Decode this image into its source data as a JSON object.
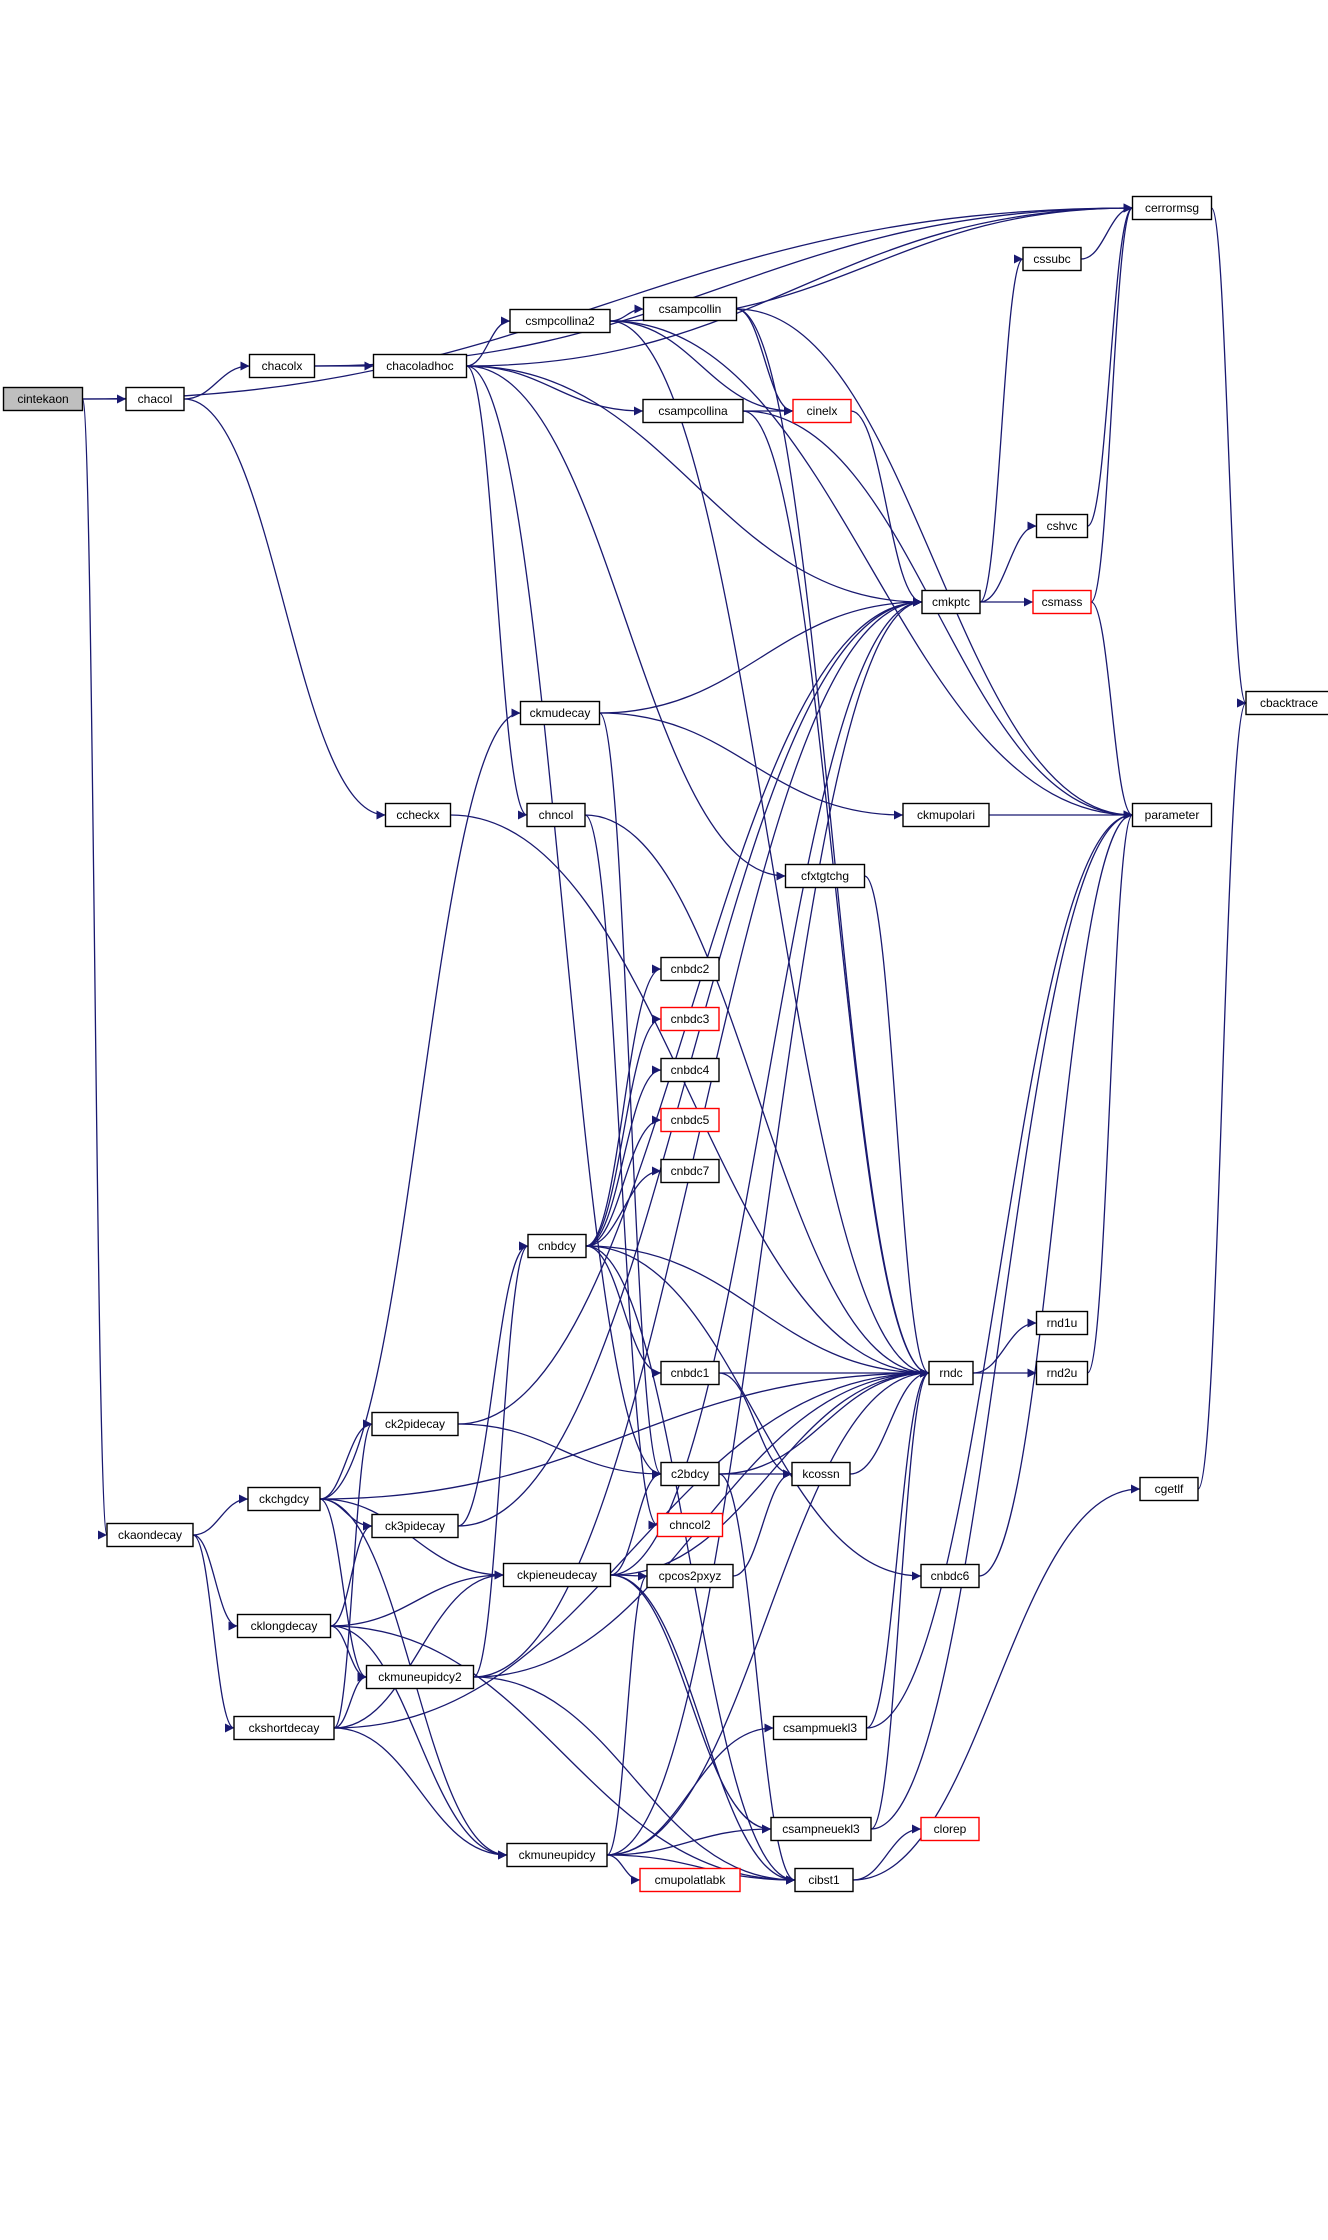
{
  "graph": {
    "colors": {
      "edge": "#191970",
      "node_border": "#000000",
      "node_border_truncated": "#ff0000",
      "root_fill": "#bfbfbf",
      "node_fill": "#ffffff",
      "text": "#000000"
    },
    "nodes": [
      {
        "id": "cintekaon",
        "label": "cintekaon",
        "root": true
      },
      {
        "id": "chacol",
        "label": "chacol"
      },
      {
        "id": "chacolx",
        "label": "chacolx"
      },
      {
        "id": "chacoladhoc",
        "label": "chacoladhoc"
      },
      {
        "id": "csmpcollina2",
        "label": "csmpcollina2"
      },
      {
        "id": "csampcollin",
        "label": "csampcollin"
      },
      {
        "id": "csampcollina",
        "label": "csampcollina"
      },
      {
        "id": "cinelx",
        "label": "cinelx",
        "truncated": true
      },
      {
        "id": "cerrormsg",
        "label": "cerrormsg"
      },
      {
        "id": "cssubc",
        "label": "cssubc"
      },
      {
        "id": "cshvc",
        "label": "cshvc"
      },
      {
        "id": "cmkptc",
        "label": "cmkptc"
      },
      {
        "id": "csmass",
        "label": "csmass",
        "truncated": true
      },
      {
        "id": "cbacktrace",
        "label": "cbacktrace"
      },
      {
        "id": "ckmudecay",
        "label": "ckmudecay"
      },
      {
        "id": "ccheckx",
        "label": "ccheckx"
      },
      {
        "id": "chncol",
        "label": "chncol"
      },
      {
        "id": "ckmupolari",
        "label": "ckmupolari"
      },
      {
        "id": "parameter",
        "label": "parameter"
      },
      {
        "id": "cfxtgtchg",
        "label": "cfxtgtchg"
      },
      {
        "id": "cnbdc2",
        "label": "cnbdc2"
      },
      {
        "id": "cnbdc3",
        "label": "cnbdc3",
        "truncated": true
      },
      {
        "id": "cnbdc4",
        "label": "cnbdc4"
      },
      {
        "id": "cnbdc5",
        "label": "cnbdc5",
        "truncated": true
      },
      {
        "id": "cnbdc7",
        "label": "cnbdc7"
      },
      {
        "id": "cnbdcy",
        "label": "cnbdcy"
      },
      {
        "id": "rnd1u",
        "label": "rnd1u"
      },
      {
        "id": "cnbdc1",
        "label": "cnbdc1"
      },
      {
        "id": "rndc",
        "label": "rndc"
      },
      {
        "id": "rnd2u",
        "label": "rnd2u"
      },
      {
        "id": "ck2pidecay",
        "label": "ck2pidecay"
      },
      {
        "id": "ckchgdcy",
        "label": "ckchgdcy"
      },
      {
        "id": "c2bdcy",
        "label": "c2bdcy"
      },
      {
        "id": "kcossn",
        "label": "kcossn"
      },
      {
        "id": "cgetlf",
        "label": "cgetlf"
      },
      {
        "id": "ckaondecay",
        "label": "ckaondecay"
      },
      {
        "id": "ck3pidecay",
        "label": "ck3pidecay"
      },
      {
        "id": "chncol2",
        "label": "chncol2",
        "truncated": true
      },
      {
        "id": "ckpieneudecay",
        "label": "ckpieneudecay"
      },
      {
        "id": "cpcos2pxyz",
        "label": "cpcos2pxyz"
      },
      {
        "id": "cnbdc6",
        "label": "cnbdc6"
      },
      {
        "id": "cklongdecay",
        "label": "cklongdecay"
      },
      {
        "id": "ckmuneupidcy2",
        "label": "ckmuneupidcy2"
      },
      {
        "id": "ckshortdecay",
        "label": "ckshortdecay"
      },
      {
        "id": "csampmuekl3",
        "label": "csampmuekl3"
      },
      {
        "id": "csampneuekl3",
        "label": "csampneuekl3"
      },
      {
        "id": "clorep",
        "label": "clorep",
        "truncated": true
      },
      {
        "id": "ckmuneupidcy",
        "label": "ckmuneupidcy"
      },
      {
        "id": "cmupolatlabk",
        "label": "cmupolatlabk",
        "truncated": true
      },
      {
        "id": "cibst1",
        "label": "cibst1"
      }
    ],
    "edges": [
      [
        "cintekaon",
        "chacol"
      ],
      [
        "cintekaon",
        "cerrormsg"
      ],
      [
        "cintekaon",
        "ckaondecay"
      ],
      [
        "chacol",
        "chacolx"
      ],
      [
        "chacol",
        "ccheckx"
      ],
      [
        "chacolx",
        "chacoladhoc"
      ],
      [
        "chacolx",
        "cerrormsg"
      ],
      [
        "chacoladhoc",
        "csmpcollina2"
      ],
      [
        "chacoladhoc",
        "csampcollina"
      ],
      [
        "chacoladhoc",
        "cerrormsg"
      ],
      [
        "chacoladhoc",
        "cmkptc"
      ],
      [
        "chacoladhoc",
        "chncol"
      ],
      [
        "chacoladhoc",
        "cfxtgtchg"
      ],
      [
        "chacoladhoc",
        "c2bdcy"
      ],
      [
        "csmpcollina2",
        "csampcollin"
      ],
      [
        "csmpcollina2",
        "cinelx"
      ],
      [
        "csmpcollina2",
        "cerrormsg"
      ],
      [
        "csmpcollina2",
        "parameter"
      ],
      [
        "csmpcollina2",
        "rndc"
      ],
      [
        "csampcollin",
        "cinelx"
      ],
      [
        "csampcollin",
        "parameter"
      ],
      [
        "csampcollin",
        "rndc"
      ],
      [
        "csampcollina",
        "cinelx"
      ],
      [
        "csampcollina",
        "parameter"
      ],
      [
        "csampcollina",
        "rndc"
      ],
      [
        "cinelx",
        "cmkptc"
      ],
      [
        "cmkptc",
        "cssubc"
      ],
      [
        "cmkptc",
        "cshvc"
      ],
      [
        "cmkptc",
        "csmass"
      ],
      [
        "cssubc",
        "cerrormsg"
      ],
      [
        "cshvc",
        "cerrormsg"
      ],
      [
        "csmass",
        "cerrormsg"
      ],
      [
        "csmass",
        "parameter"
      ],
      [
        "cerrormsg",
        "cbacktrace"
      ],
      [
        "ckmudecay",
        "cmkptc"
      ],
      [
        "ckmudecay",
        "ckmupolari"
      ],
      [
        "ckmudecay",
        "c2bdcy"
      ],
      [
        "ccheckx",
        "rndc"
      ],
      [
        "chncol",
        "rndc"
      ],
      [
        "chncol",
        "chncol2"
      ],
      [
        "ckmupolari",
        "parameter"
      ],
      [
        "cfxtgtchg",
        "rndc"
      ],
      [
        "cnbdcy",
        "cnbdc2"
      ],
      [
        "cnbdcy",
        "cnbdc3"
      ],
      [
        "cnbdcy",
        "cnbdc4"
      ],
      [
        "cnbdcy",
        "cnbdc5"
      ],
      [
        "cnbdcy",
        "cnbdc7"
      ],
      [
        "cnbdcy",
        "cnbdc1"
      ],
      [
        "cnbdcy",
        "rndc"
      ],
      [
        "cnbdcy",
        "cnbdc6"
      ],
      [
        "cnbdcy",
        "cibst1"
      ],
      [
        "cnbdc1",
        "rndc"
      ],
      [
        "cnbdc1",
        "kcossn"
      ],
      [
        "rndc",
        "rnd1u"
      ],
      [
        "rndc",
        "rnd2u"
      ],
      [
        "rnd2u",
        "parameter"
      ],
      [
        "cnbdc6",
        "parameter"
      ],
      [
        "ck2pidecay",
        "cmkptc"
      ],
      [
        "ck2pidecay",
        "c2bdcy"
      ],
      [
        "c2bdcy",
        "kcossn"
      ],
      [
        "c2bdcy",
        "rndc"
      ],
      [
        "c2bdcy",
        "cibst1"
      ],
      [
        "kcossn",
        "rndc"
      ],
      [
        "ckaondecay",
        "ckchgdcy"
      ],
      [
        "ckaondecay",
        "cklongdecay"
      ],
      [
        "ckaondecay",
        "ckshortdecay"
      ],
      [
        "ckchgdcy",
        "ckmudecay"
      ],
      [
        "ckchgdcy",
        "ck2pidecay"
      ],
      [
        "ckchgdcy",
        "ck3pidecay"
      ],
      [
        "ckchgdcy",
        "ckpieneudecay"
      ],
      [
        "ckchgdcy",
        "ckmuneupidcy2"
      ],
      [
        "ckchgdcy",
        "ckmuneupidcy"
      ],
      [
        "ckchgdcy",
        "rndc"
      ],
      [
        "ck3pidecay",
        "cnbdcy"
      ],
      [
        "ck3pidecay",
        "cmkptc"
      ],
      [
        "ckpieneudecay",
        "cpcos2pxyz"
      ],
      [
        "ckpieneudecay",
        "c2bdcy"
      ],
      [
        "ckpieneudecay",
        "cmkptc"
      ],
      [
        "ckpieneudecay",
        "csampneuekl3"
      ],
      [
        "ckpieneudecay",
        "cibst1"
      ],
      [
        "ckpieneudecay",
        "rndc"
      ],
      [
        "cpcos2pxyz",
        "kcossn"
      ],
      [
        "cklongdecay",
        "ck3pidecay"
      ],
      [
        "cklongdecay",
        "ckpieneudecay"
      ],
      [
        "cklongdecay",
        "ckmuneupidcy2"
      ],
      [
        "cklongdecay",
        "ckmuneupidcy"
      ],
      [
        "cklongdecay",
        "cibst1"
      ],
      [
        "ckmuneupidcy2",
        "cnbdcy"
      ],
      [
        "ckmuneupidcy2",
        "cmkptc"
      ],
      [
        "ckmuneupidcy2",
        "rndc"
      ],
      [
        "ckmuneupidcy2",
        "cibst1"
      ],
      [
        "ckshortdecay",
        "ck2pidecay"
      ],
      [
        "ckshortdecay",
        "ckpieneudecay"
      ],
      [
        "ckshortdecay",
        "ckmuneupidcy2"
      ],
      [
        "ckshortdecay",
        "ckmuneupidcy"
      ],
      [
        "ckshortdecay",
        "rndc"
      ],
      [
        "csampmuekl3",
        "parameter"
      ],
      [
        "csampmuekl3",
        "rndc"
      ],
      [
        "csampneuekl3",
        "parameter"
      ],
      [
        "csampneuekl3",
        "rndc"
      ],
      [
        "cibst1",
        "clorep"
      ],
      [
        "cibst1",
        "cgetlf"
      ],
      [
        "cgetlf",
        "cbacktrace"
      ],
      [
        "ckmuneupidcy",
        "cmupolatlabk"
      ],
      [
        "ckmuneupidcy",
        "cpcos2pxyz"
      ],
      [
        "ckmuneupidcy",
        "csampmuekl3"
      ],
      [
        "ckmuneupidcy",
        "csampneuekl3"
      ],
      [
        "ckmuneupidcy",
        "cibst1"
      ],
      [
        "ckmuneupidcy",
        "cmkptc"
      ],
      [
        "ckmuneupidcy",
        "rndc"
      ]
    ]
  }
}
